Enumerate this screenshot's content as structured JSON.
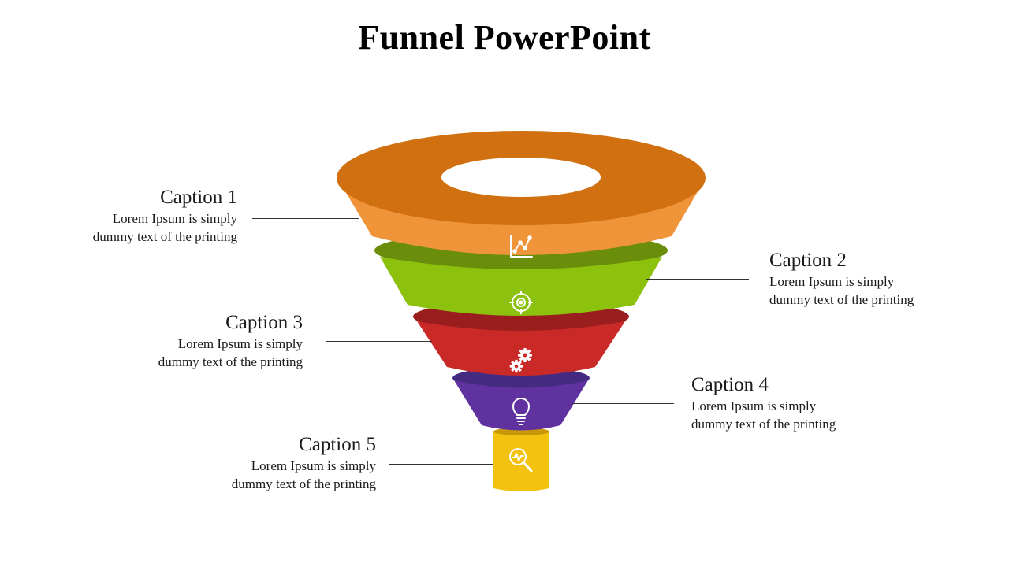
{
  "title": "Funnel PowerPoint",
  "colors": {
    "orange_top": "#D07010",
    "orange": "#F0943A",
    "green_dark": "#6A8E0C",
    "green": "#8CC10E",
    "red_dark": "#9A1E1E",
    "red": "#C92A28",
    "purple_dark": "#452A82",
    "purple": "#6032A0",
    "yellow_dark": "#C9980A",
    "yellow": "#F2C20E"
  },
  "stages": [
    {
      "caption": "Caption 1",
      "body_line1": "Lorem Ipsum is simply",
      "body_line2": "dummy text of the printing",
      "icon": "chart-line-icon"
    },
    {
      "caption": "Caption 2",
      "body_line1": "Lorem Ipsum is simply",
      "body_line2": "dummy text of the printing",
      "icon": "target-icon"
    },
    {
      "caption": "Caption 3",
      "body_line1": "Lorem Ipsum is simply",
      "body_line2": "dummy text of the printing",
      "icon": "gears-icon"
    },
    {
      "caption": "Caption 4",
      "body_line1": "Lorem Ipsum is simply",
      "body_line2": "dummy text of the printing",
      "icon": "lightbulb-icon"
    },
    {
      "caption": "Caption 5",
      "body_line1": "Lorem Ipsum is simply",
      "body_line2": "dummy text of the printing",
      "icon": "search-analytics-icon"
    }
  ]
}
